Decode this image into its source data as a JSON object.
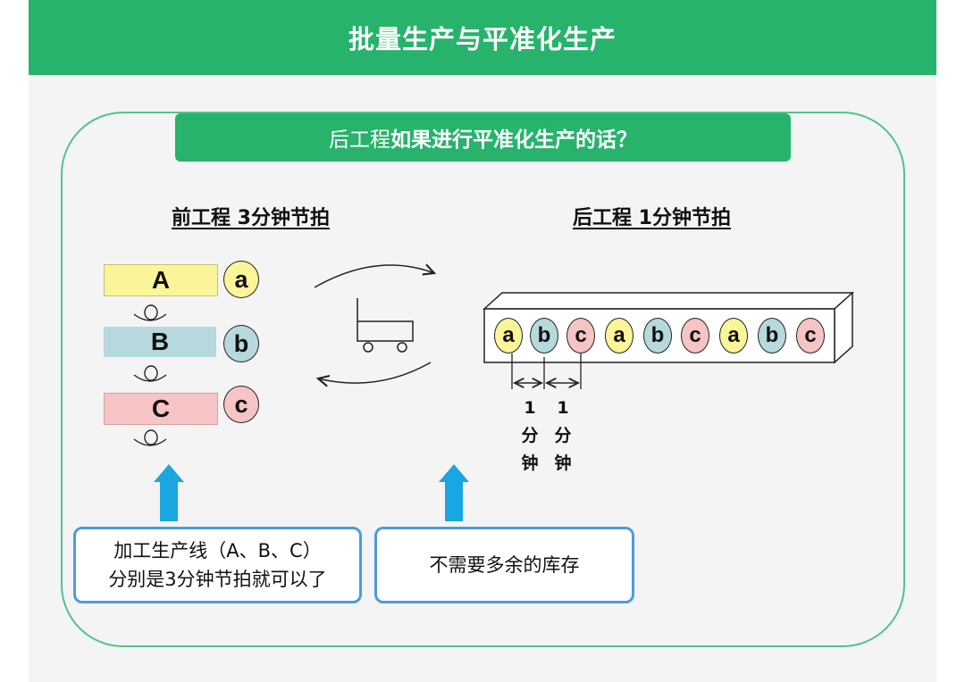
{
  "header": {
    "title": "批量生产与平准化生产"
  },
  "subtitle": {
    "prefix": "后工程",
    "suffix": "如果进行平准化生产的话？"
  },
  "left": {
    "title": "前工程 3分钟节拍",
    "lines": [
      {
        "label": "A",
        "part": "a",
        "color": "#fbf59a"
      },
      {
        "label": "B",
        "part": "b",
        "color": "#b6d9dd"
      },
      {
        "label": "C",
        "part": "c",
        "color": "#f6c4c4"
      }
    ]
  },
  "right": {
    "title": "后工程 1分钟节拍",
    "sequence": [
      "a",
      "b",
      "c",
      "a",
      "b",
      "c",
      "a",
      "b",
      "c"
    ],
    "interval_labels": [
      {
        "n": "1",
        "u1": "分",
        "u2": "钟"
      },
      {
        "n": "1",
        "u1": "分",
        "u2": "钟"
      }
    ]
  },
  "notes": {
    "left_line1": "加工生产线（A、B、C）",
    "left_line2": "分别是3分钟节拍就可以了",
    "right": "不需要多余的库存"
  },
  "colors": {
    "accent_green": "#27b36b",
    "arrow_blue": "#1aa6e0",
    "part_a": "#fbf59a",
    "part_b": "#b6d9dd",
    "part_c": "#f6c4c4"
  },
  "icons": [
    "cart-icon",
    "up-arrow-icon",
    "curved-arrow-icon",
    "spring-icon"
  ]
}
